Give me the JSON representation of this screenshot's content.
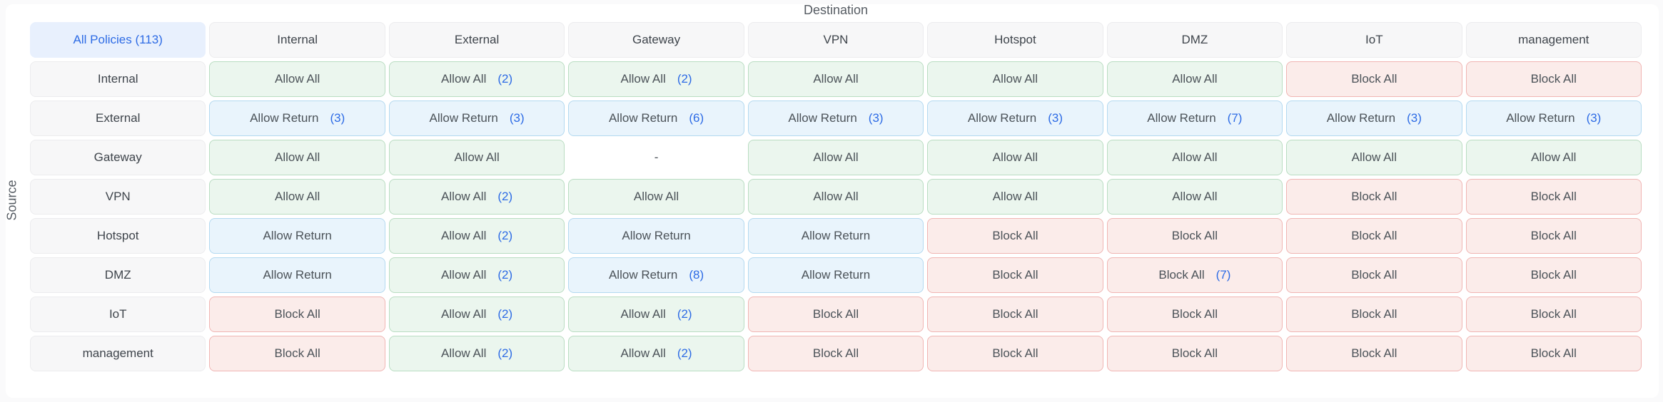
{
  "axis": {
    "destination_label": "Destination",
    "source_label": "Source"
  },
  "matrix": {
    "all_policies_label": "All Policies (113)",
    "columns": [
      "Internal",
      "External",
      "Gateway",
      "VPN",
      "Hotspot",
      "DMZ",
      "IoT",
      "management"
    ],
    "rows": [
      {
        "label": "Internal",
        "cells": [
          {
            "policy": "Allow All",
            "count": ""
          },
          {
            "policy": "Allow All",
            "count": "(2)"
          },
          {
            "policy": "Allow All",
            "count": "(2)"
          },
          {
            "policy": "Allow All",
            "count": ""
          },
          {
            "policy": "Allow All",
            "count": ""
          },
          {
            "policy": "Allow All",
            "count": ""
          },
          {
            "policy": "Block All",
            "count": ""
          },
          {
            "policy": "Block All",
            "count": ""
          }
        ]
      },
      {
        "label": "External",
        "cells": [
          {
            "policy": "Allow Return",
            "count": "(3)"
          },
          {
            "policy": "Allow Return",
            "count": "(3)"
          },
          {
            "policy": "Allow Return",
            "count": "(6)"
          },
          {
            "policy": "Allow Return",
            "count": "(3)"
          },
          {
            "policy": "Allow Return",
            "count": "(3)"
          },
          {
            "policy": "Allow Return",
            "count": "(7)"
          },
          {
            "policy": "Allow Return",
            "count": "(3)"
          },
          {
            "policy": "Allow Return",
            "count": "(3)"
          }
        ]
      },
      {
        "label": "Gateway",
        "cells": [
          {
            "policy": "Allow All",
            "count": ""
          },
          {
            "policy": "Allow All",
            "count": ""
          },
          {
            "policy": "-",
            "count": ""
          },
          {
            "policy": "Allow All",
            "count": ""
          },
          {
            "policy": "Allow All",
            "count": ""
          },
          {
            "policy": "Allow All",
            "count": ""
          },
          {
            "policy": "Allow All",
            "count": ""
          },
          {
            "policy": "Allow All",
            "count": ""
          }
        ]
      },
      {
        "label": "VPN",
        "cells": [
          {
            "policy": "Allow All",
            "count": ""
          },
          {
            "policy": "Allow All",
            "count": "(2)"
          },
          {
            "policy": "Allow All",
            "count": ""
          },
          {
            "policy": "Allow All",
            "count": ""
          },
          {
            "policy": "Allow All",
            "count": ""
          },
          {
            "policy": "Allow All",
            "count": ""
          },
          {
            "policy": "Block All",
            "count": ""
          },
          {
            "policy": "Block All",
            "count": ""
          }
        ]
      },
      {
        "label": "Hotspot",
        "cells": [
          {
            "policy": "Allow Return",
            "count": ""
          },
          {
            "policy": "Allow All",
            "count": "(2)"
          },
          {
            "policy": "Allow Return",
            "count": ""
          },
          {
            "policy": "Allow Return",
            "count": ""
          },
          {
            "policy": "Block All",
            "count": ""
          },
          {
            "policy": "Block All",
            "count": ""
          },
          {
            "policy": "Block All",
            "count": ""
          },
          {
            "policy": "Block All",
            "count": ""
          }
        ]
      },
      {
        "label": "DMZ",
        "cells": [
          {
            "policy": "Allow Return",
            "count": ""
          },
          {
            "policy": "Allow All",
            "count": "(2)"
          },
          {
            "policy": "Allow Return",
            "count": "(8)"
          },
          {
            "policy": "Allow Return",
            "count": ""
          },
          {
            "policy": "Block All",
            "count": ""
          },
          {
            "policy": "Block All",
            "count": "(7)"
          },
          {
            "policy": "Block All",
            "count": ""
          },
          {
            "policy": "Block All",
            "count": ""
          }
        ]
      },
      {
        "label": "IoT",
        "cells": [
          {
            "policy": "Block All",
            "count": ""
          },
          {
            "policy": "Allow All",
            "count": "(2)"
          },
          {
            "policy": "Allow All",
            "count": "(2)"
          },
          {
            "policy": "Block All",
            "count": ""
          },
          {
            "policy": "Block All",
            "count": ""
          },
          {
            "policy": "Block All",
            "count": ""
          },
          {
            "policy": "Block All",
            "count": ""
          },
          {
            "policy": "Block All",
            "count": ""
          }
        ]
      },
      {
        "label": "management",
        "cells": [
          {
            "policy": "Block All",
            "count": ""
          },
          {
            "policy": "Allow All",
            "count": "(2)"
          },
          {
            "policy": "Allow All",
            "count": "(2)"
          },
          {
            "policy": "Block All",
            "count": ""
          },
          {
            "policy": "Block All",
            "count": ""
          },
          {
            "policy": "Block All",
            "count": ""
          },
          {
            "policy": "Block All",
            "count": ""
          },
          {
            "policy": "Block All",
            "count": ""
          }
        ]
      }
    ]
  },
  "colors": {
    "accent_blue": "#2d6be5",
    "all_policies_bg": "#e8f0fd",
    "allow_bg": "#ebf6ee",
    "allow_border": "#b9ddc2",
    "allow_return_bg": "#e9f4fc",
    "allow_return_border": "#b3d9f0",
    "block_bg": "#fbecea",
    "block_border": "#f0b5b3",
    "header_bg": "#f7f7f8",
    "header_border": "#ececee",
    "cell_text": "#4b5258",
    "axis_text": "#565c63",
    "card_background": "#ffffff",
    "page_background": "#fafafb"
  }
}
